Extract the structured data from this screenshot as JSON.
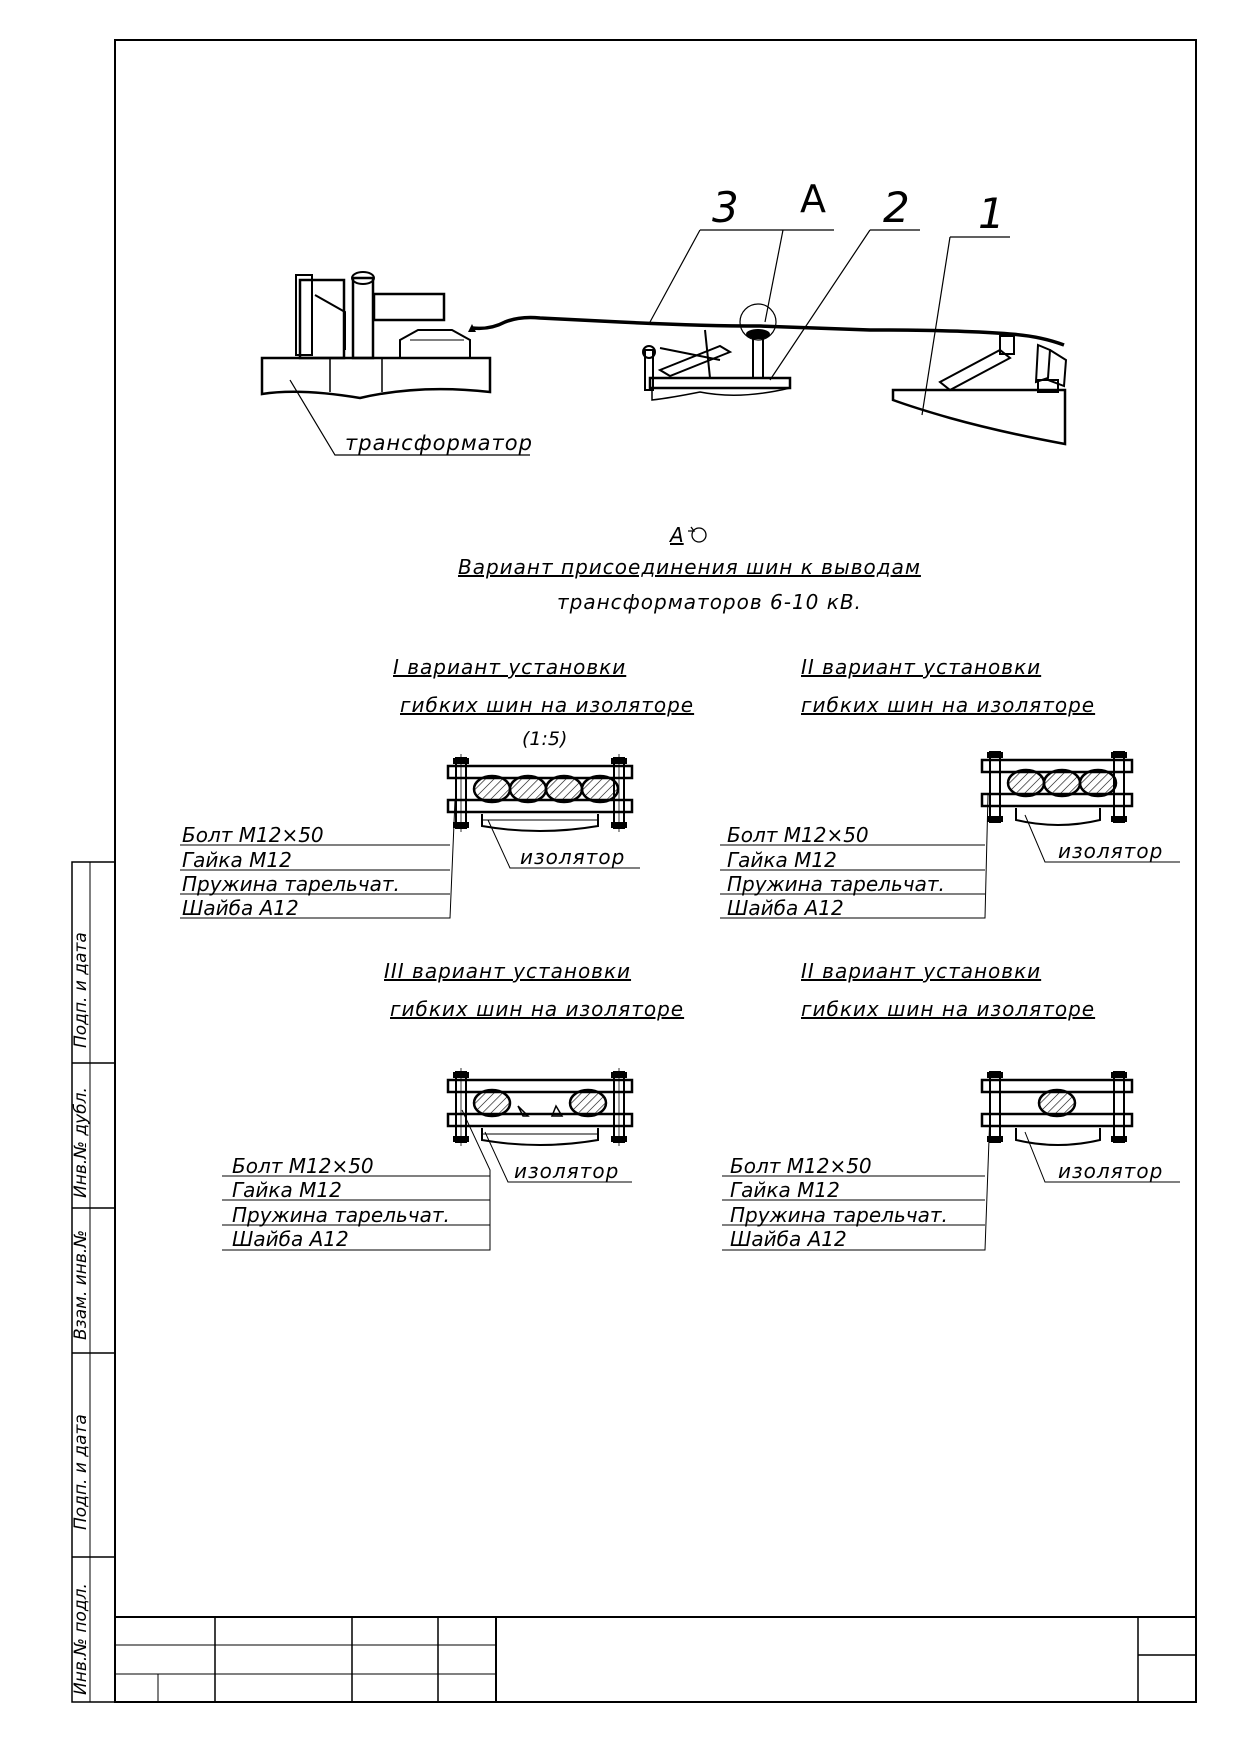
{
  "sheet": {
    "side_stamp": [
      "Инв.№ подл.",
      "Подп. и дата",
      "Взам. инв.№",
      "Инв.№ дубл.",
      "Подп. и дата"
    ]
  },
  "top_view": {
    "callouts": [
      "3",
      "A",
      "2",
      "1"
    ],
    "transformer_label": "трансформатор"
  },
  "view_a": {
    "mark": "А",
    "title_line1": "Вариант присоединения шин к выводам",
    "title_line2": "трансформаторов 6-10 кВ."
  },
  "variants": [
    {
      "title_line1": "I вариант установки",
      "title_line2": "гибких шин на изоляторе",
      "scale": "(1:5)",
      "parts": [
        "Болт М12×50",
        "Гайка М12",
        "Пружина тарельчат.",
        "Шайба А12"
      ],
      "insulator_label": "изолятор",
      "bus_count": 4
    },
    {
      "title_line1": "II вариант установки",
      "title_line2": "гибких шин на изоляторе",
      "parts": [
        "Болт М12×50",
        "Гайка М12",
        "Пружина тарельчат.",
        "Шайба А12"
      ],
      "insulator_label": "изолятор",
      "bus_count": 3
    },
    {
      "title_line1": "III вариант установки",
      "title_line2": "гибких шин на изоляторе",
      "parts": [
        "Болт М12×50",
        "Гайка М12",
        "Пружина тарельчат.",
        "Шайба А12"
      ],
      "insulator_label": "изолятор",
      "bus_count": 2
    },
    {
      "title_line1": "II вариант установки",
      "title_line2": "гибких шин на изоляторе",
      "parts": [
        "Болт М12×50",
        "Гайка М12",
        "Пружина тарельчат.",
        "Шайба А12"
      ],
      "insulator_label": "изолятор",
      "bus_count": 1
    }
  ]
}
